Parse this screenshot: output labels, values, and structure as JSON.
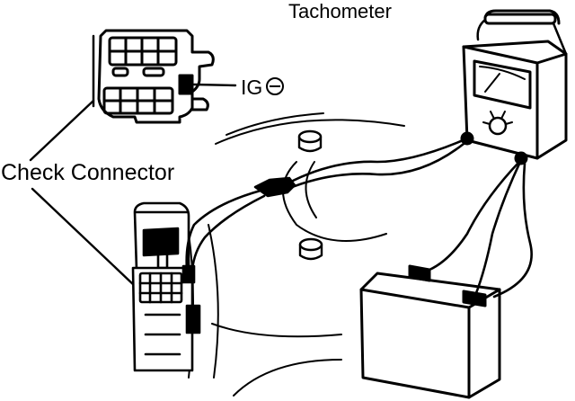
{
  "labels": {
    "tachometer": "Tachometer",
    "check_connector": "Check Connector",
    "ig": "IG"
  },
  "icons": {
    "ig_polarity": "minus-circle-icon"
  },
  "colors": {
    "line": "#000000",
    "background": "#ffffff"
  }
}
